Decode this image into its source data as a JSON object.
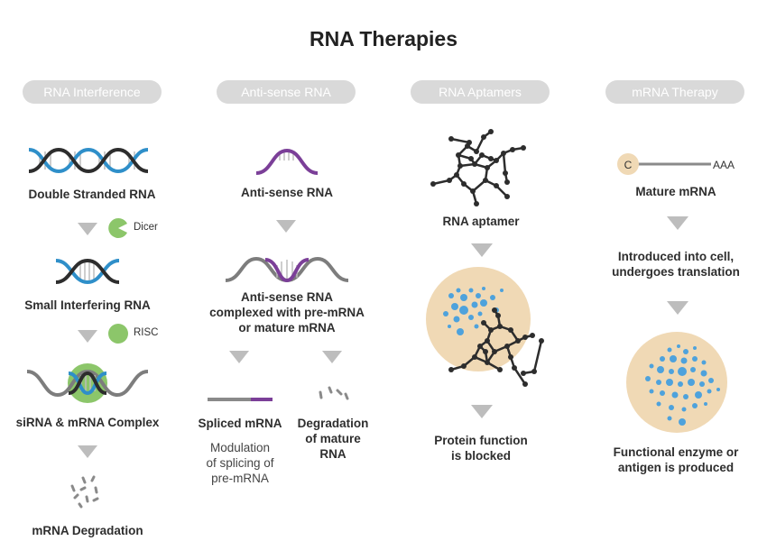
{
  "title": "RNA Therapies",
  "columns": [
    {
      "header": "RNA Interference",
      "steps": [
        "Double Stranded RNA",
        "Small Interfering RNA",
        "siRNA & mRNA Complex",
        "mRNA Degradation"
      ],
      "enzymes": [
        "Dicer",
        "RISC"
      ]
    },
    {
      "header": "Anti-sense RNA",
      "steps": [
        "Anti-sense RNA",
        "Anti-sense RNA\ncomplexed with pre-mRNA\nor mature mRNA"
      ],
      "branches": [
        {
          "label": "Spliced mRNA",
          "note": "Modulation\nof splicing of\npre-mRNA"
        },
        {
          "label": "Degradation\nof mature\nRNA"
        }
      ]
    },
    {
      "header": "RNA Aptamers",
      "steps": [
        "RNA aptamer",
        "Protein function\nis blocked"
      ]
    },
    {
      "header": "mRNA Therapy",
      "cap": "C",
      "tail": "AAA",
      "steps": [
        "Mature mRNA",
        "Introduced into cell,\nundergoes translation",
        "Functional enzyme or\nantigen is produced"
      ]
    }
  ],
  "colors": {
    "header_pill": "#d9d9d9",
    "blue_strand": "#2f8fc9",
    "dark_strand": "#2d2d2d",
    "purple_strand": "#7b3f98",
    "green_enzyme": "#8cc66a",
    "arrow_gray": "#bdbdbd",
    "cell_fill": "#f0d9b5",
    "dot_blue": "#4ea2dc"
  }
}
